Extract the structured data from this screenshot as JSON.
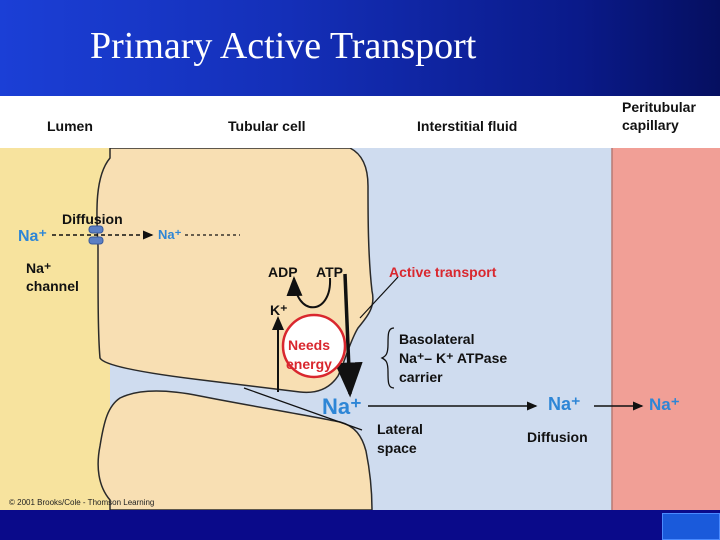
{
  "slide": {
    "title": "Primary Active Transport"
  },
  "headers": {
    "lumen": "Lumen",
    "tubular_cell": "Tubular cell",
    "interstitial": "Interstitial fluid",
    "capillary_line1": "Peritubular",
    "capillary_line2": "capillary"
  },
  "labels": {
    "diffusion_top": "Diffusion",
    "na_channel_line1": "Na⁺",
    "na_channel_line2": "channel",
    "adp": "ADP",
    "atp": "ATP",
    "k_plus": "K⁺",
    "active_transport": "Active transport",
    "needs_line1": "Needs",
    "needs_line2": "energy",
    "basolateral_line1": "Basolateral",
    "basolateral_line2": "Na⁺– K⁺ ATPase",
    "basolateral_line3": "carrier",
    "lateral_line1": "Lateral",
    "lateral_line2": "space",
    "diffusion_bottom": "Diffusion",
    "copyright": "© 2001 Brooks/Cole - Thomson Learning"
  },
  "ions": {
    "na_lumen": "Na⁺",
    "na_cell": "Na⁺",
    "na_lateral": "Na⁺",
    "na_interstitial": "Na⁺",
    "na_capillary": "Na⁺"
  },
  "colors": {
    "lumen": "#f7e39e",
    "cell": "#f8dfb3",
    "interstitial": "#cfdcef",
    "capillary": "#f19f96",
    "ion_blue": "#2e86d6",
    "active_red": "#d9272e"
  }
}
